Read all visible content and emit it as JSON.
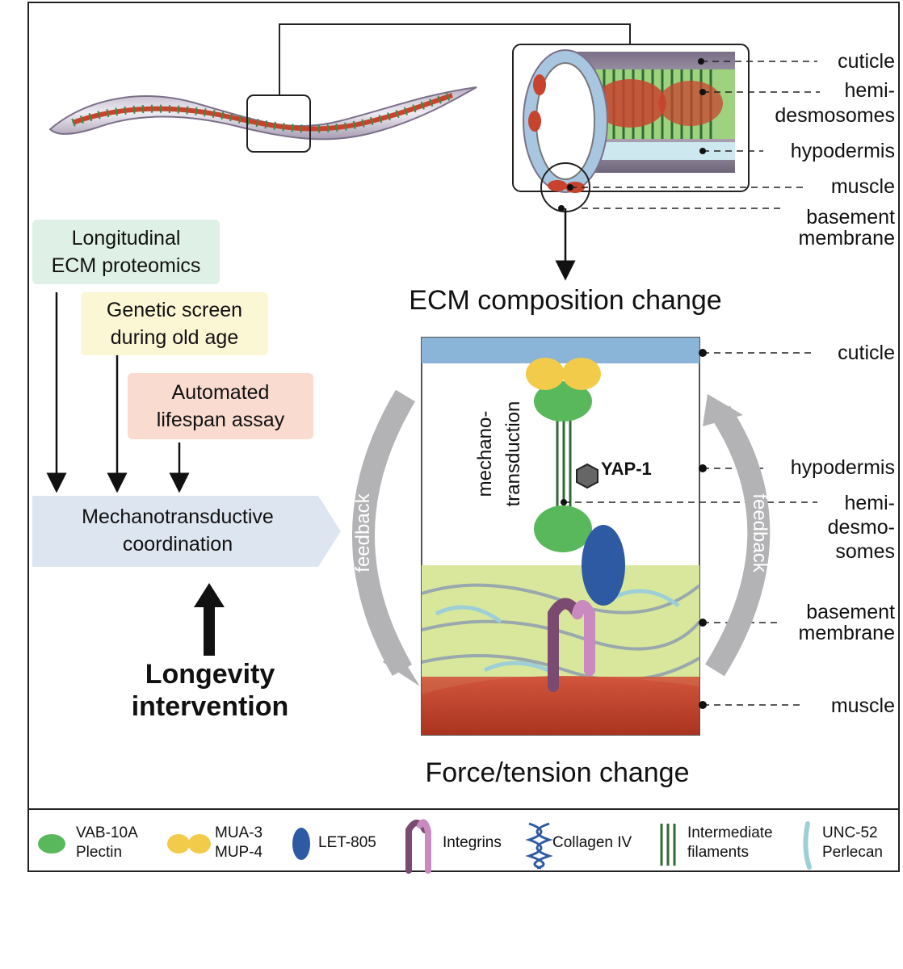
{
  "worm_cross_section_labels": {
    "cuticle": "cuticle",
    "hemidesmosomes_1": "hemi-",
    "hemidesmosomes_2": "desmosomes",
    "hypodermis": "hypodermis",
    "muscle": "muscle",
    "basement_membrane_1": "basement",
    "basement_membrane_2": "membrane"
  },
  "ecm_change": "ECM composition change",
  "force_change": "Force/tension change",
  "methods": {
    "proteomics_1": "Longitudinal",
    "proteomics_2": "ECM proteomics",
    "screen_1": "Genetic screen",
    "screen_2": "during old age",
    "lifespan_1": "Automated",
    "lifespan_2": "lifespan assay"
  },
  "coordination": {
    "line1": "Mechanotransductive",
    "line2": "coordination"
  },
  "intervention": {
    "line1": "Longevity",
    "line2": "intervention"
  },
  "feedback_left": "feedback",
  "feedback_right": "feedback",
  "detail_labels": {
    "mechanotransduction_1": "mechano-",
    "mechanotransduction_2": "transduction",
    "yap": "YAP-1",
    "cuticle": "cuticle",
    "hypodermis": "hypodermis",
    "hemi_1": "hemi-",
    "hemi_2": "desmo-",
    "hemi_3": "somes",
    "bm_1": "basement",
    "bm_2": "membrane",
    "muscle": "muscle"
  },
  "legend": {
    "vab_1": "VAB-10A",
    "vab_2": "Plectin",
    "mua_1": "MUA-3",
    "mua_2": "MUP-4",
    "let": "LET-805",
    "integrins": "Integrins",
    "collagen": "Collagen IV",
    "if_1": "Intermediate",
    "if_2": "filaments",
    "unc_1": "UNC-52",
    "unc_2": "Perlecan"
  },
  "colors": {
    "proteomics_box": "#dff1e6",
    "screen_box": "#fbf6d4",
    "lifespan_box": "#fadbd0",
    "coordination_box": "#dde6f0",
    "feedback_arrow": "#b3b3b5",
    "plectin_green": "#59b85c",
    "mua_yellow": "#f3cb4a",
    "let_blue": "#2e5aa3",
    "cuticle_blue": "#8ab4d8",
    "muscle_red": "#c8432e",
    "bm_green": "#d9e79c"
  }
}
